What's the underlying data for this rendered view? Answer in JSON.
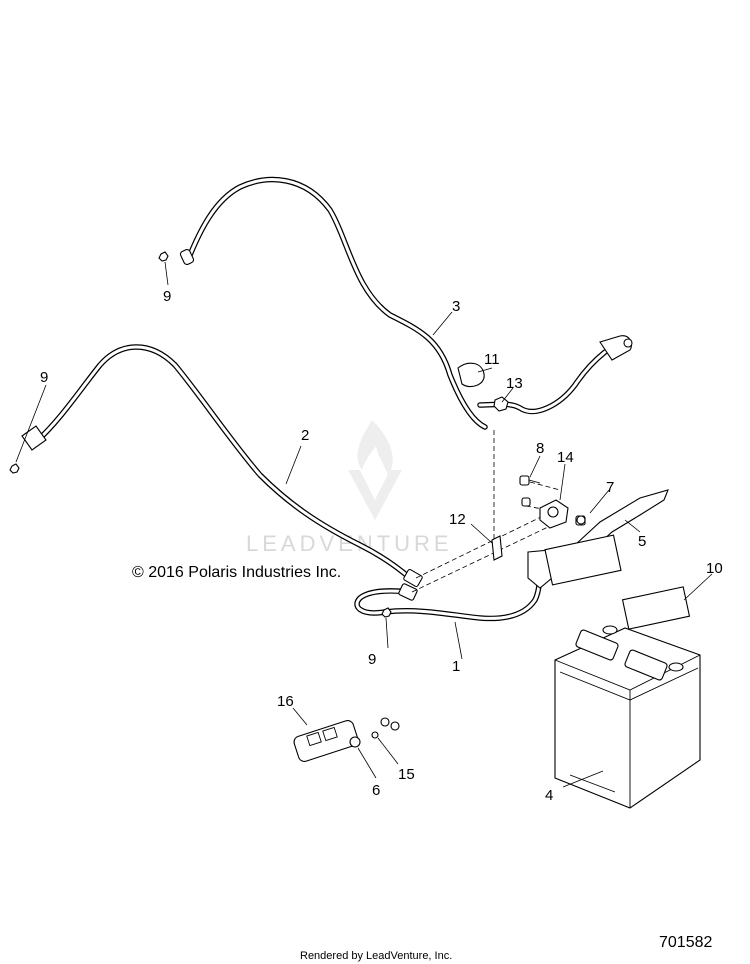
{
  "watermark": {
    "text": "LEADVENTURE"
  },
  "copyright": "© 2016 Polaris Industries Inc.",
  "footer": "Rendered by LeadVenture, Inc.",
  "diagram_id": "701582",
  "callouts": {
    "c1": "1",
    "c2": "2",
    "c3": "3",
    "c4": "4",
    "c5": "5",
    "c6": "6",
    "c7": "7",
    "c8": "8",
    "c9a": "9",
    "c9b": "9",
    "c9c": "9",
    "c10": "10",
    "c11": "11",
    "c12": "12",
    "c13": "13",
    "c14": "14",
    "c15": "15",
    "c16": "16"
  }
}
